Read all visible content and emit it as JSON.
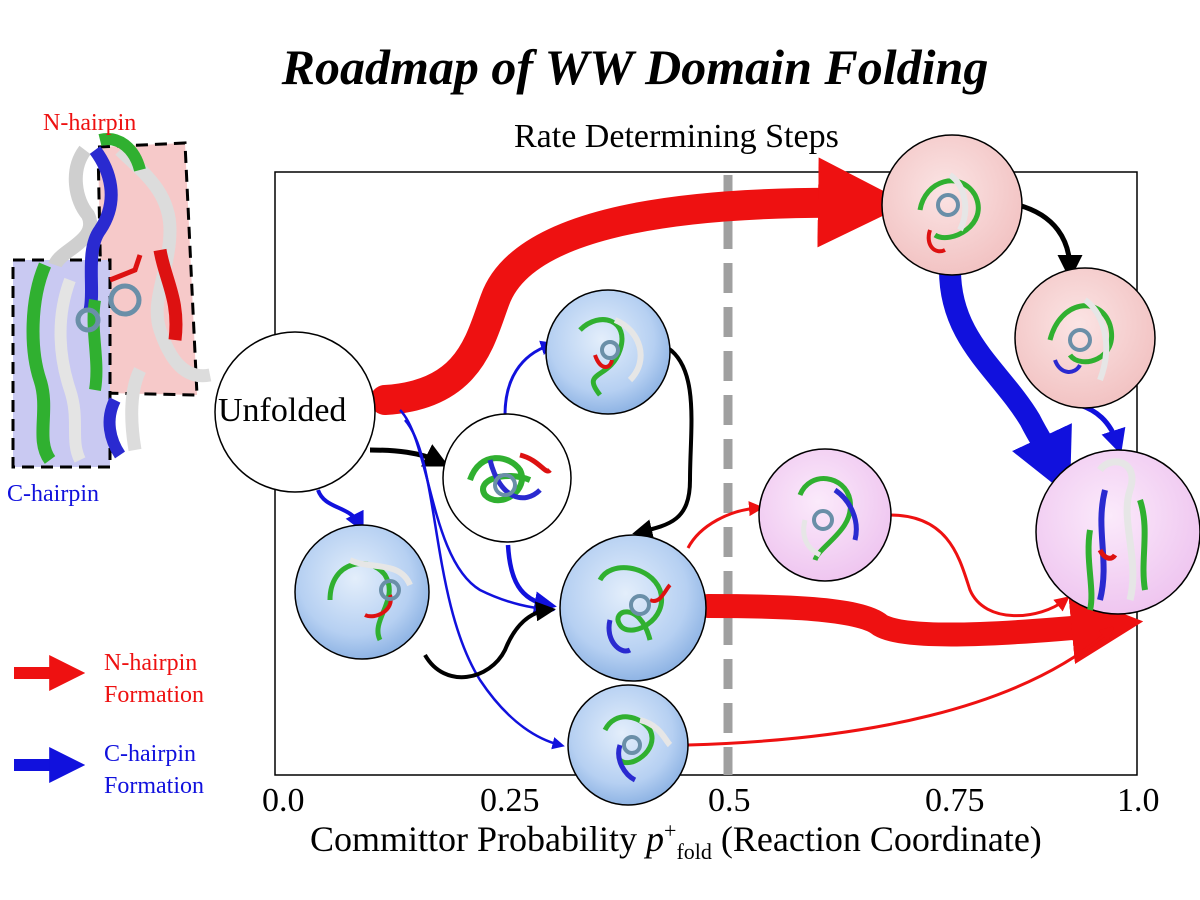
{
  "title": "Roadmap of WW Domain Folding",
  "subtitle": "Rate Determining Steps",
  "axis": {
    "ticks": [
      "0.0",
      "0.25",
      "0.5",
      "0.75",
      "1.0"
    ],
    "label_main": "Committor Probability ",
    "label_var": "p",
    "label_sup": "+",
    "label_sub": "fold",
    "label_tail": " (Reaction Coordinate)"
  },
  "nodes": {
    "unfolded": "Unfolded"
  },
  "structure": {
    "n_hairpin": "N-hairpin",
    "c_hairpin": "C-hairpin"
  },
  "legend": {
    "n_line1": "N-hairpin",
    "n_line2": "Formation",
    "c_line1": "C-hairpin",
    "c_line2": "Formation"
  },
  "colors": {
    "n_hairpin": "#ee1111",
    "c_hairpin": "#1111dd",
    "transition": "#000000",
    "rate_determining_line": "#a0a0a0"
  }
}
